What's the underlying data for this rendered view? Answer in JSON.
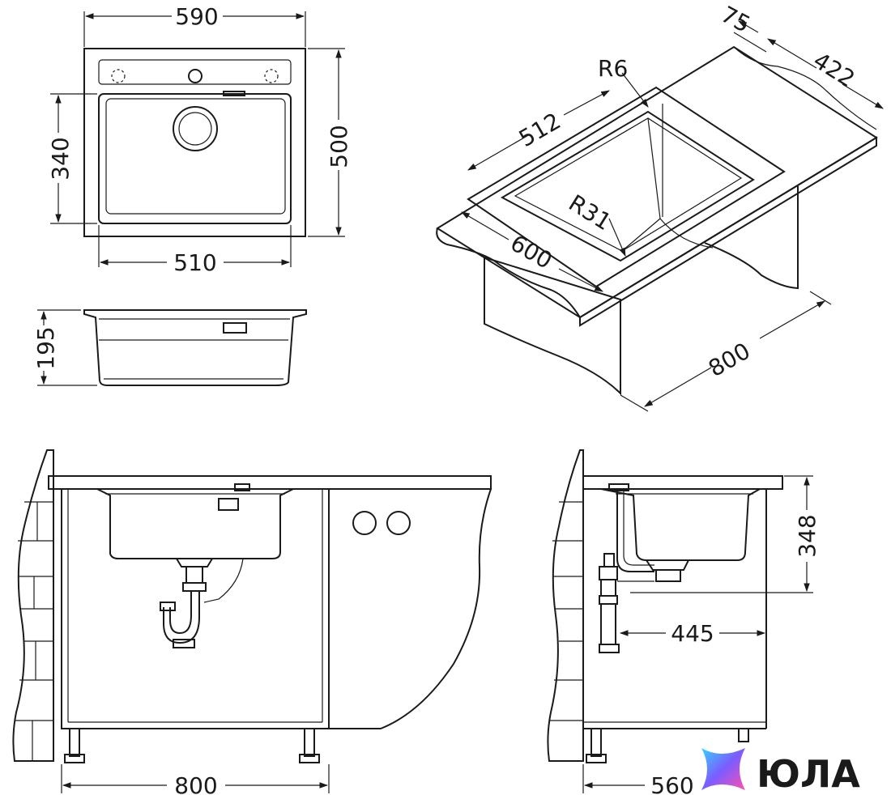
{
  "dimensions": {
    "top_width": "590",
    "top_height": "500",
    "bowl_height": "340",
    "bowl_width": "510",
    "depth": "195",
    "iso_flange": "75",
    "iso_side": "422",
    "iso_radius_small": "R6",
    "iso_bowl_length": "512",
    "iso_radius_large": "R31",
    "iso_depth": "600",
    "iso_cabinet": "800",
    "front_cabinet": "800",
    "side_height": "348",
    "side_offset": "445",
    "side_cabinet": "560"
  },
  "logo": {
    "text": "ЮЛА",
    "colors": [
      "#35d3ff",
      "#7b5cff",
      "#ff4fb0"
    ]
  }
}
